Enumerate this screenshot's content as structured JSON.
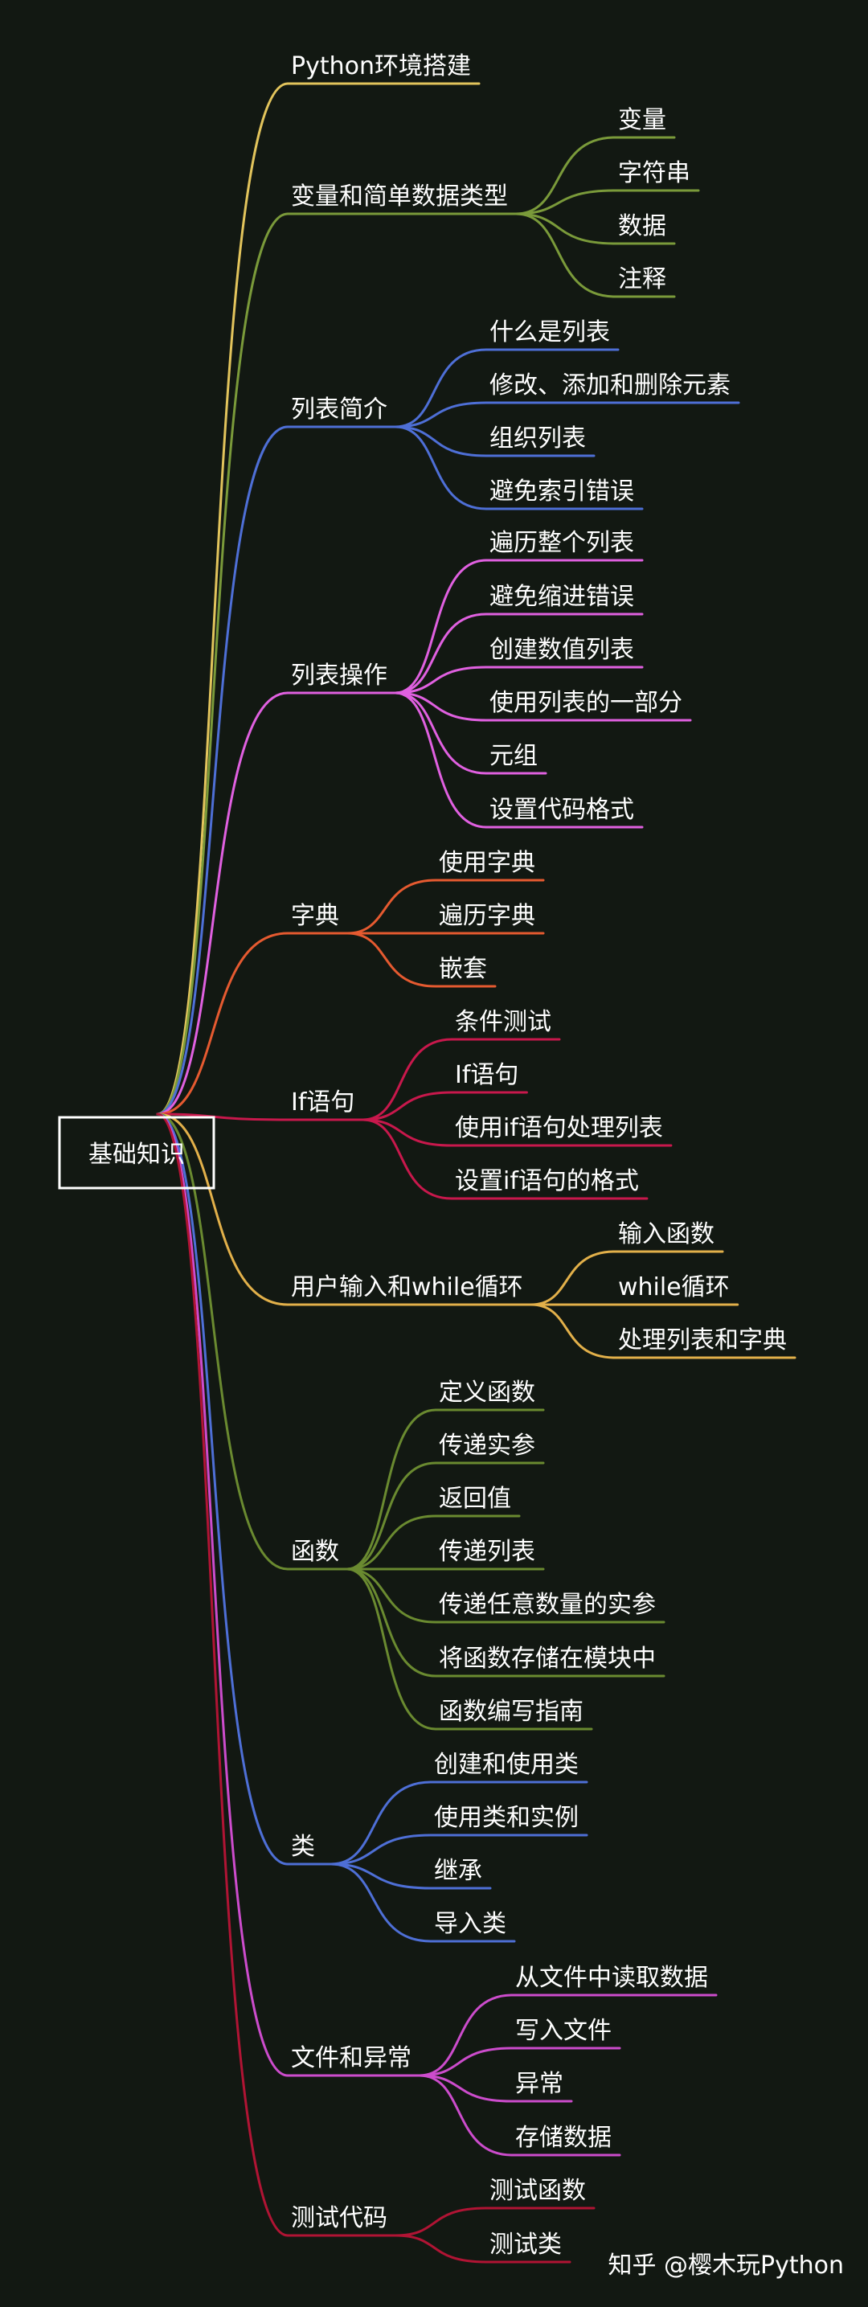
{
  "root": {
    "label": "基础知识"
  },
  "watermark": "知乎 @樱木玩Python",
  "branches": [
    {
      "label": "Python环境搭建",
      "color": "#e2c45c",
      "children": []
    },
    {
      "label": "变量和简单数据类型",
      "color": "#7a9a3a",
      "children": [
        "变量",
        "字符串",
        "数据",
        "注释"
      ]
    },
    {
      "label": "列表简介",
      "color": "#4e6fd6",
      "children": [
        "什么是列表",
        "修改、添加和删除元素",
        "组织列表",
        "避免索引错误"
      ]
    },
    {
      "label": "列表操作",
      "color": "#e060e0",
      "children": [
        "遍历整个列表",
        "避免缩进错误",
        "创建数值列表",
        "使用列表的一部分",
        "元组",
        "设置代码格式"
      ]
    },
    {
      "label": "字典",
      "color": "#e55a30",
      "children": [
        "使用字典",
        "遍历字典",
        "嵌套"
      ]
    },
    {
      "label": "If语句",
      "color": "#c8184c",
      "children": [
        "条件测试",
        "If语句",
        "使用if语句处理列表",
        "设置if语句的格式"
      ]
    },
    {
      "label": "用户输入和while循环",
      "color": "#e2b04a",
      "children": [
        "输入函数",
        "while循环",
        "处理列表和字典"
      ]
    },
    {
      "label": "函数",
      "color": "#6a8a30",
      "children": [
        "定义函数",
        "传递实参",
        "返回值",
        "传递列表",
        "传递任意数量的实参",
        "将函数存储在模块中",
        "函数编写指南"
      ]
    },
    {
      "label": "类",
      "color": "#4e6fd6",
      "children": [
        "创建和使用类",
        "使用类和实例",
        "继承",
        "导入类"
      ]
    },
    {
      "label": "文件和异常",
      "color": "#cc4ccc",
      "children": [
        "从文件中读取数据",
        "写入文件",
        "异常",
        "存储数据"
      ]
    },
    {
      "label": "测试代码",
      "color": "#b01434",
      "children": [
        "测试函数",
        "测试类"
      ]
    }
  ]
}
